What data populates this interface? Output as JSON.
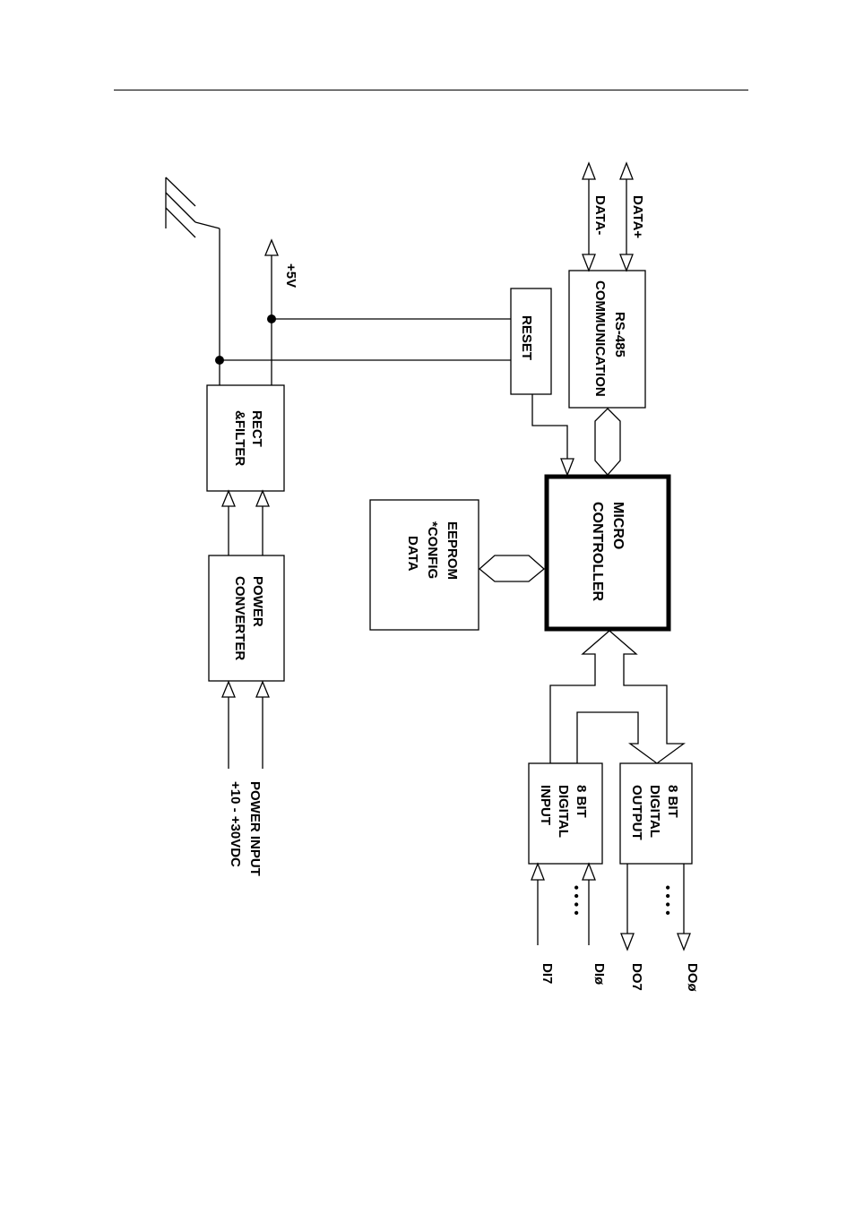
{
  "diagram": {
    "blocks": {
      "rect_filter": [
        "RECT",
        "&FILTER"
      ],
      "power_converter": [
        "POWER",
        "CONVERTER"
      ],
      "reset": [
        "RESET"
      ],
      "rs485": [
        "RS-485",
        "COMMUNICATION"
      ],
      "micro_controller": [
        "MICRO",
        "CONTROLLER"
      ],
      "eeprom": [
        "EEPROM",
        "*CONFIG",
        "DATA"
      ],
      "digital_input": [
        "8 BIT",
        "DIGITAL",
        "INPUT"
      ],
      "digital_output": [
        "8 BIT",
        "DIGITAL",
        "OUTPUT"
      ]
    },
    "signals": {
      "plus5v": "+5V",
      "data_minus": "DATA-",
      "data_plus": "DATA+",
      "power_input": [
        "POWER  INPUT",
        "+10  -  +30VDC"
      ],
      "di0": "DIø",
      "di7": "DI7",
      "do0": "DOø",
      "do7": "DO7",
      "dots": "• • • •"
    }
  }
}
